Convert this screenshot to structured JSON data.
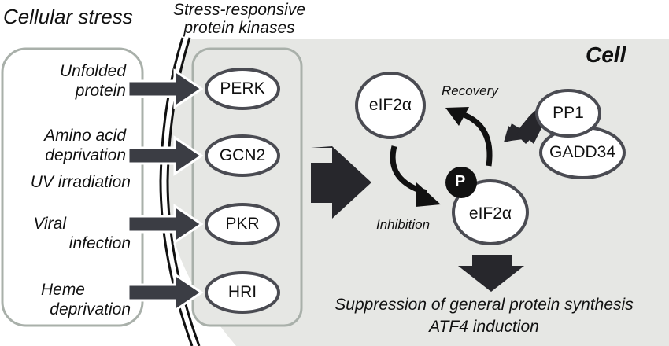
{
  "title": "Integrated stress response: eIF2α phosphorylation by stress-responsive kinases",
  "headers": {
    "cellular_stress": "Cellular stress",
    "kinases": "Stress-responsive protein kinases",
    "kinases_line1": "Stress-responsive",
    "kinases_line2": "protein kinases",
    "cell": "Cell"
  },
  "stimuli": [
    {
      "lines": [
        "Unfolded",
        "protein"
      ],
      "line1": "Unfolded",
      "line2": "protein",
      "target": "PERK"
    },
    {
      "lines": [
        "Amino acid",
        "deprivation"
      ],
      "line1": "Amino acid",
      "line2": "deprivation",
      "target": "GCN2"
    },
    {
      "lines": [
        "UV irradiation"
      ],
      "line1": "UV irradiation",
      "target": "GCN2"
    },
    {
      "lines": [
        "Viral",
        "infection"
      ],
      "line1": "Viral",
      "line2": "infection",
      "target": "PKR"
    },
    {
      "lines": [
        "Heme",
        "deprivation"
      ],
      "line1": "Heme",
      "line2": "deprivation",
      "target": "HRI"
    }
  ],
  "kinases": [
    "PERK",
    "GCN2",
    "PKR",
    "HRI"
  ],
  "cycle": {
    "eif2a": "eIF2α",
    "p_eif2a": "eIF2α",
    "phospho": "P",
    "inhibition": "Inhibition",
    "recovery": "Recovery",
    "phosphatase": [
      "PP1",
      "GADD34"
    ]
  },
  "outcome": {
    "line1": "Suppression of general protein synthesis",
    "line2": "ATF4 induction"
  },
  "colors": {
    "cell_bg": "#e6e7e4",
    "box_border": "#a9b0aa",
    "arrow_dark": "#3b3d44",
    "arrow_black": "#27272c",
    "ellipse_border": "#4a4b52"
  }
}
